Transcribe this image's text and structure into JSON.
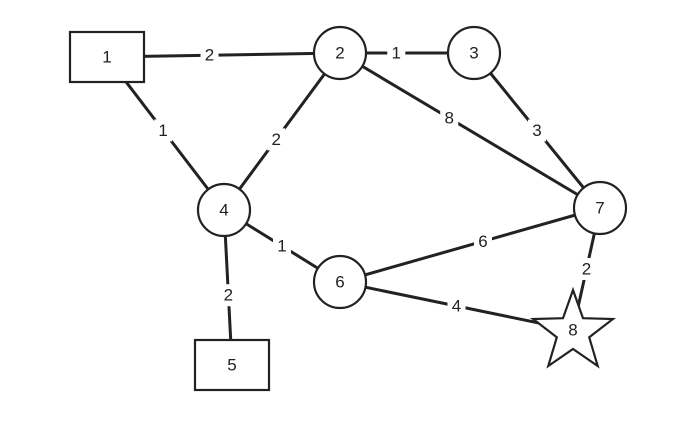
{
  "nodes": [
    {
      "id": "1",
      "label": "1",
      "shape": "square"
    },
    {
      "id": "2",
      "label": "2",
      "shape": "circle"
    },
    {
      "id": "3",
      "label": "3",
      "shape": "circle"
    },
    {
      "id": "4",
      "label": "4",
      "shape": "circle"
    },
    {
      "id": "5",
      "label": "5",
      "shape": "square"
    },
    {
      "id": "6",
      "label": "6",
      "shape": "circle"
    },
    {
      "id": "7",
      "label": "7",
      "shape": "circle"
    },
    {
      "id": "8",
      "label": "8",
      "shape": "star"
    }
  ],
  "edges": [
    {
      "from": "1",
      "to": "2",
      "weight": "2"
    },
    {
      "from": "2",
      "to": "3",
      "weight": "1"
    },
    {
      "from": "1",
      "to": "4",
      "weight": "1"
    },
    {
      "from": "2",
      "to": "4",
      "weight": "2"
    },
    {
      "from": "2",
      "to": "7",
      "weight": "8"
    },
    {
      "from": "3",
      "to": "7",
      "weight": "3"
    },
    {
      "from": "4",
      "to": "5",
      "weight": "2"
    },
    {
      "from": "4",
      "to": "6",
      "weight": "1"
    },
    {
      "from": "6",
      "to": "7",
      "weight": "6"
    },
    {
      "from": "6",
      "to": "8",
      "weight": "4"
    },
    {
      "from": "7",
      "to": "8",
      "weight": "2"
    }
  ],
  "colors": {
    "stroke": "#222222",
    "fill": "#ffffff",
    "text": "#222222"
  }
}
